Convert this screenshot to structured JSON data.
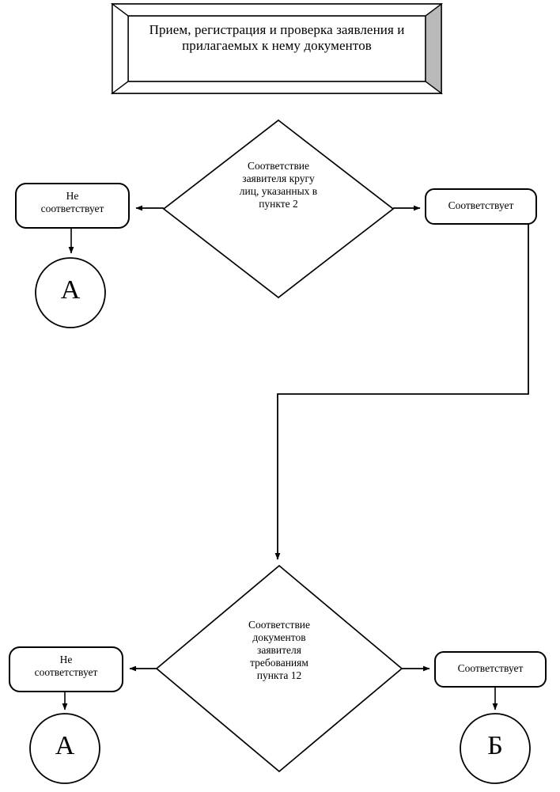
{
  "diagram": {
    "title_node": {
      "id": "start-process",
      "shape": "beveled-box",
      "text": "Прием, регистрация и проверка заявления и прилагаемых к нему документов"
    },
    "decisions": [
      {
        "id": "decision-1",
        "shape": "diamond",
        "text": "Соответствие\nзаявителя кругу\nлиц, указанных в\nпункте 2",
        "no_label": "Не\nсоответствует",
        "yes_label": "Соответствует"
      },
      {
        "id": "decision-2",
        "shape": "diamond",
        "text": "Соответствие\nдокументов\nзаявителя\nтребованиям\nпункта 12",
        "no_label": "Не\nсоответствует",
        "yes_label": "Соответствует"
      }
    ],
    "connectors": [
      {
        "id": "connector-a-top",
        "shape": "circle",
        "label": "А"
      },
      {
        "id": "connector-a-bottom",
        "shape": "circle",
        "label": "А"
      },
      {
        "id": "connector-b",
        "shape": "circle",
        "label": "Б"
      }
    ],
    "colors": {
      "stroke": "#000000",
      "fill": "#ffffff",
      "bevel_shadow": "#9a9a9a",
      "bevel_light": "#ffffff"
    }
  }
}
